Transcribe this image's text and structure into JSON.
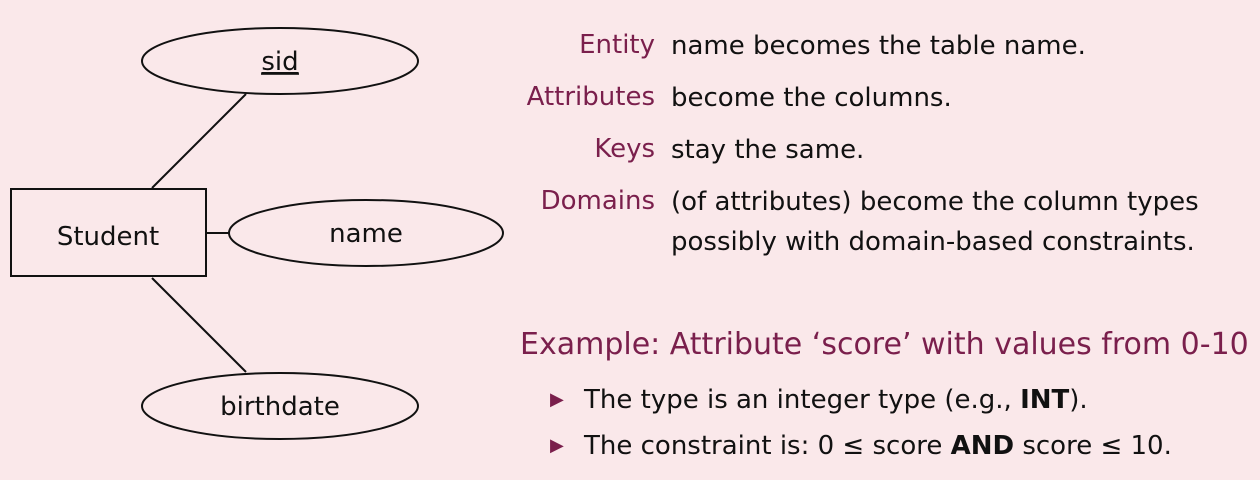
{
  "er_diagram": {
    "entity": "Student",
    "attributes": {
      "key": "sid",
      "name": "name",
      "birthdate": "birthdate"
    }
  },
  "definitions": [
    {
      "term": "Entity",
      "desc": "name becomes the table name."
    },
    {
      "term": "Attributes",
      "desc": "become the columns."
    },
    {
      "term": "Keys",
      "desc": "stay the same."
    },
    {
      "term": "Domains",
      "desc": "(of attributes) become the column types\npossibly with domain-based constraints."
    }
  ],
  "example": {
    "heading": "Example: Attribute ‘score’ with values from 0-10",
    "bullet1": {
      "before": "The type is an integer type (e.g., ",
      "bold": "INT",
      "after": ")."
    },
    "bullet2": {
      "before": "The constraint is: 0 ≤ score ",
      "bold": "AND",
      "after": " score ≤ 10."
    }
  },
  "colors": {
    "background": "#fae8ea",
    "accent": "#7a1f4c",
    "text": "#111111"
  },
  "icons": {
    "bullet": "triangle-right-icon"
  }
}
